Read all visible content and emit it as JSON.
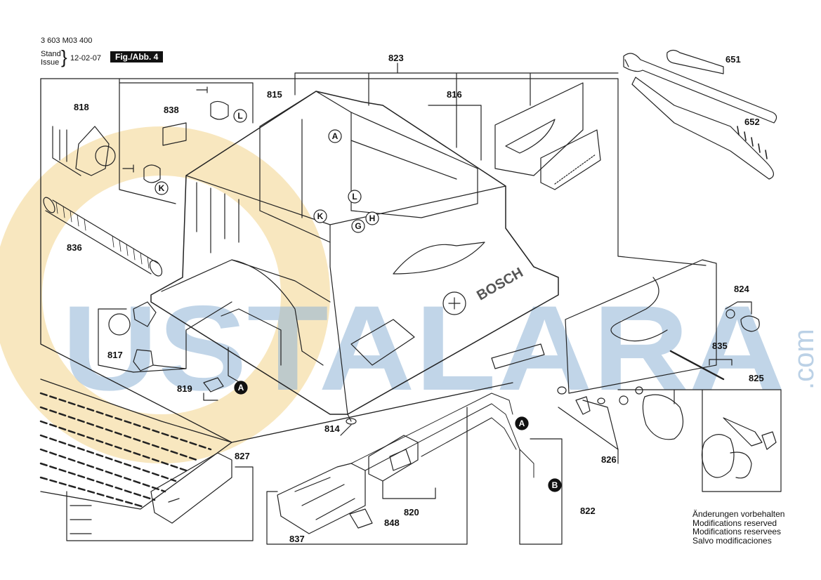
{
  "header": {
    "part_number": "3 603 M03 400",
    "stand_label": "Stand",
    "issue_label": "Issue",
    "date": "12-02-07",
    "figure_label": "Fig./Abb. 4"
  },
  "part_labels": [
    "823",
    "815",
    "816",
    "651",
    "652",
    "818",
    "838",
    "836",
    "817",
    "819",
    "814",
    "824",
    "835",
    "825",
    "826",
    "827",
    "820",
    "822",
    "848",
    "837"
  ],
  "callout_letters": [
    "A",
    "L",
    "K",
    "L",
    "K",
    "G",
    "H",
    "A",
    "A",
    "B"
  ],
  "watermark": {
    "text": "USTALARA",
    "suffix": ".com",
    "color_text": "#8fb4d6",
    "color_ring": "#f2d38a"
  },
  "notes": [
    "Änderungen vorbehalten",
    "Modifications reserved",
    "Modifications reservees",
    "Salvo modificaciones"
  ],
  "brand_mark": "BOSCH"
}
